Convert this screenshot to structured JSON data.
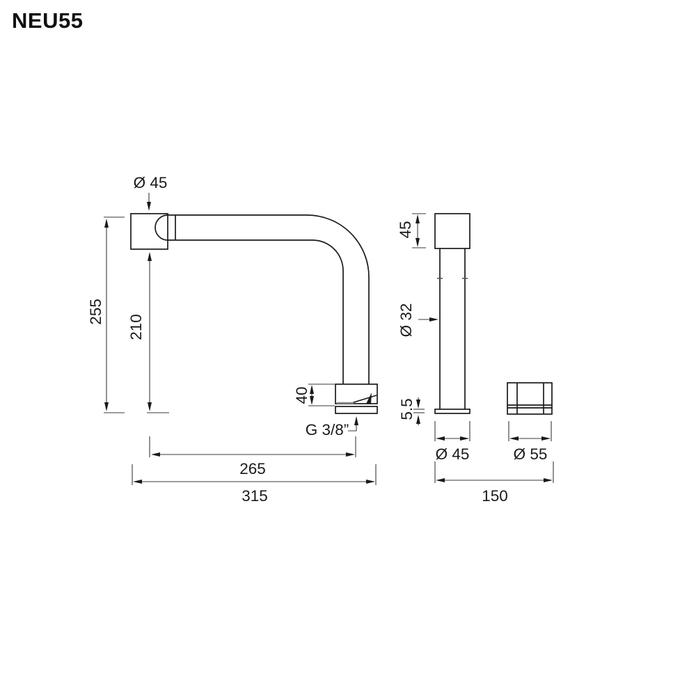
{
  "page": {
    "title": "NEU55"
  },
  "drawing": {
    "product_code": "NEU55",
    "side_view": {
      "head_diameter": "Ø 45",
      "total_height": "255",
      "spout_clearance": "210",
      "mounting_depth": "40",
      "thread": "G 3/8”",
      "spout_reach": "265",
      "total_depth": "315"
    },
    "front_view": {
      "head_height": "45",
      "column_diameter": "Ø 32",
      "base_plate_thickness": "5.5",
      "base_diameter": "Ø 45",
      "handle_diameter": "Ø 55",
      "overall_width": "150"
    }
  }
}
